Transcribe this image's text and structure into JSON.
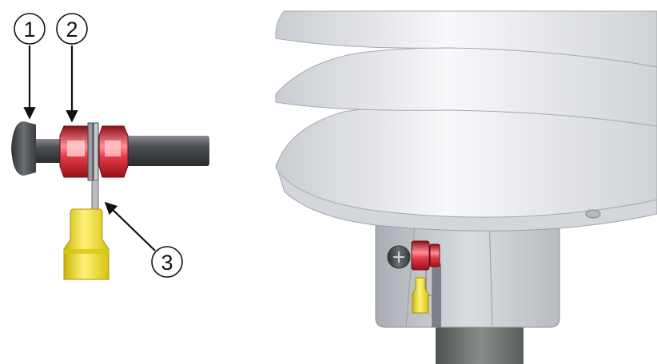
{
  "callouts": [
    {
      "number": "1",
      "part": "screw-head"
    },
    {
      "number": "2",
      "part": "nut"
    },
    {
      "number": "3",
      "part": "ring-terminal-cable"
    }
  ],
  "colors": {
    "nut_red": "#d11f2a",
    "terminal_yellow": "#f2e21a",
    "shield_white": "#eef0f3",
    "mast_gray": "#6f7570",
    "rod_gray": "#4a4d51"
  }
}
